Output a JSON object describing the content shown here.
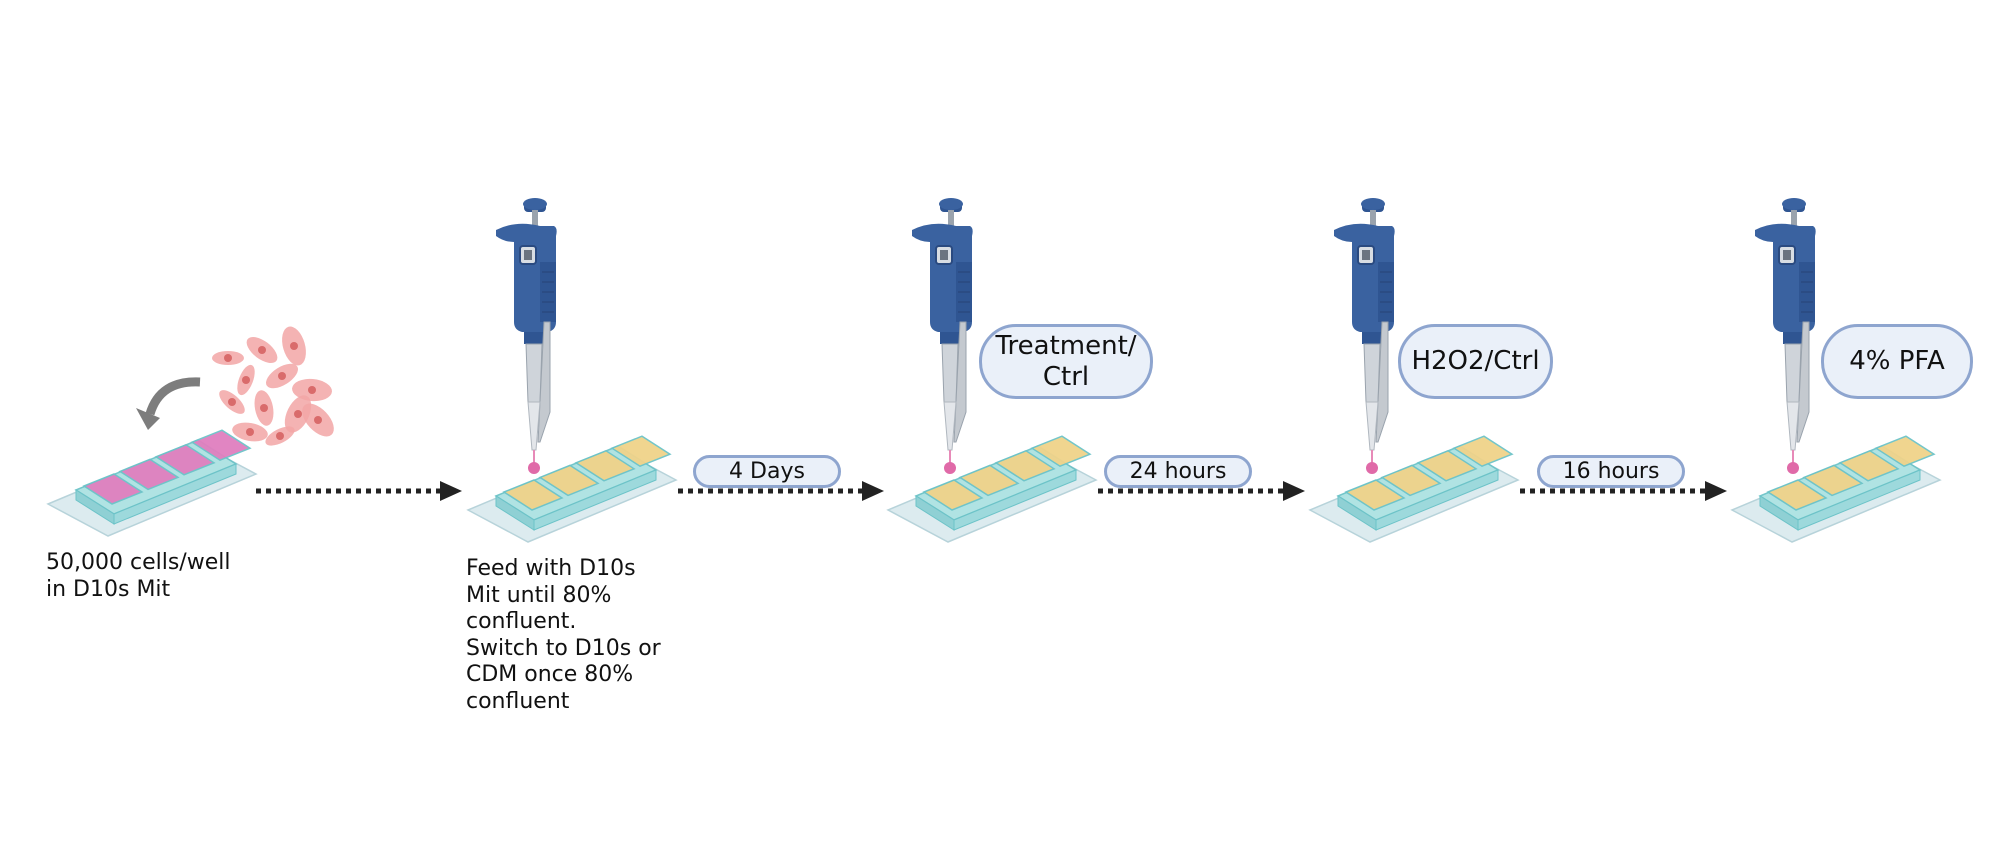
{
  "steps": [
    {
      "label": "50,000 cells/well\nin D10s Mit"
    },
    {
      "label": "Feed with D10s\nMit until 80%\nconfluent.\nSwitch to D10s or\nCDM once 80%\nconfluent"
    }
  ],
  "durations": [
    "4 Days",
    "24 hours",
    "16 hours"
  ],
  "treatments": [
    "Treatment/\nCtrl",
    "H2O2/Ctrl",
    "4% PFA"
  ],
  "colors": {
    "media_pink": "#e07fbf",
    "media_yellow": "#f0d38a",
    "chamber_teal": "#aee3e3",
    "slide": "#dcebef",
    "pipette_blue": "#3a62a0",
    "pill_border": "#8ea5cf",
    "pill_fill": "#eaf0f9",
    "arrow": "#222222",
    "cells": "#f2a6a6"
  }
}
